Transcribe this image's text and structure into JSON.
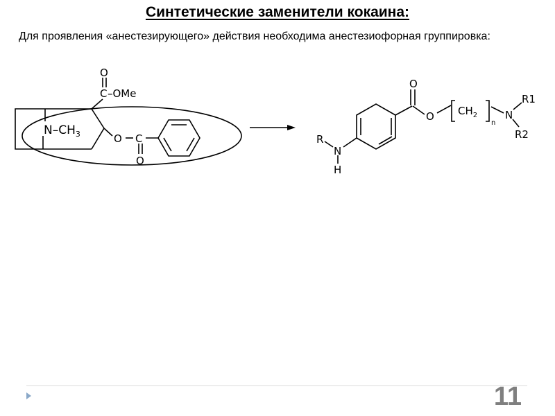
{
  "slide": {
    "title": "Синтетические заменители кокаина:",
    "body_text": "Для проявления «анестезирующего» действия необходима анестезиофорная группировка:",
    "page_number": "11"
  },
  "cocaine": {
    "carbonyl_o": "O",
    "ester_c": "C",
    "ester_ome": "–OMe",
    "amine": "N–CH",
    "amine_sub": "3",
    "bridge_o": "O",
    "benzoyl_c": "C",
    "benzoyl_o": "O"
  },
  "pharmacophore": {
    "r_label": "R",
    "nh_n": "N",
    "nh_h": "H",
    "carbonyl_o": "O",
    "ester_o": "O",
    "ch2": "CH",
    "ch2_sub": "2",
    "n_sub": "n",
    "tertiary_n": "N",
    "r1_label": "R1",
    "r2_label": "R2"
  },
  "colors": {
    "text": "#000000",
    "page_number": "#7f7f7f",
    "footer_line": "#dcdcdc",
    "footer_arrow": "#8aa8c8"
  }
}
